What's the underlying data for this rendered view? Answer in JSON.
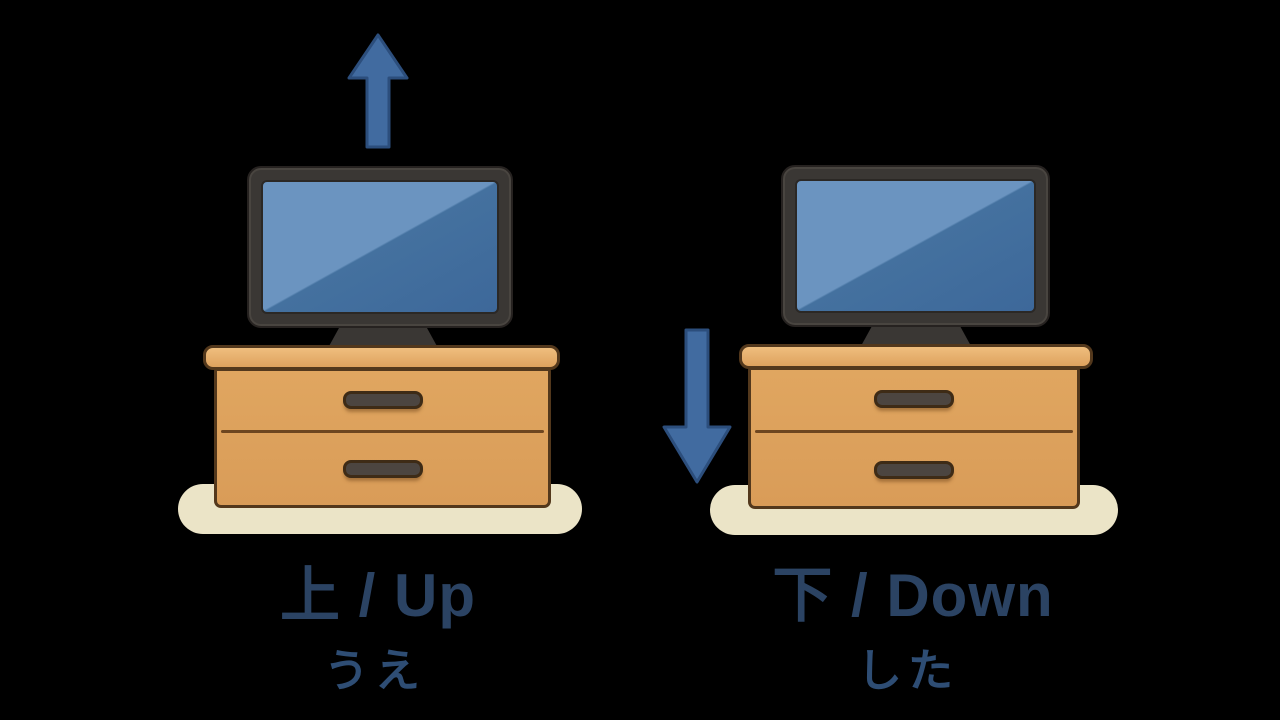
{
  "background": "#000000",
  "sections": [
    {
      "id": "up",
      "label": "上 / Up",
      "furigana": "うえ",
      "arrow_icon": "up-arrow-icon",
      "illustration": "tv-on-wooden-cabinet"
    },
    {
      "id": "down",
      "label": "下 / Down",
      "furigana": "した",
      "arrow_icon": "down-arrow-icon",
      "illustration": "tv-on-wooden-cabinet"
    }
  ],
  "colors": {
    "background": "#000000",
    "arrow_blue": "#416ba0",
    "arrow_outline": "#2c4e7c",
    "tv_frame_gray": "#3a3734",
    "screen_blue": "#3f6b9c",
    "screen_highlight_blue": "#6b94c0",
    "wood_orange": "#dda15d",
    "wood_light": "#efbe7e",
    "outline_brown": "#53381c",
    "handle_gray": "#4c4540",
    "rug_cream": "#ebe4c7",
    "label_navy": "#2b4363",
    "furigana_blue": "#2e4d74"
  }
}
